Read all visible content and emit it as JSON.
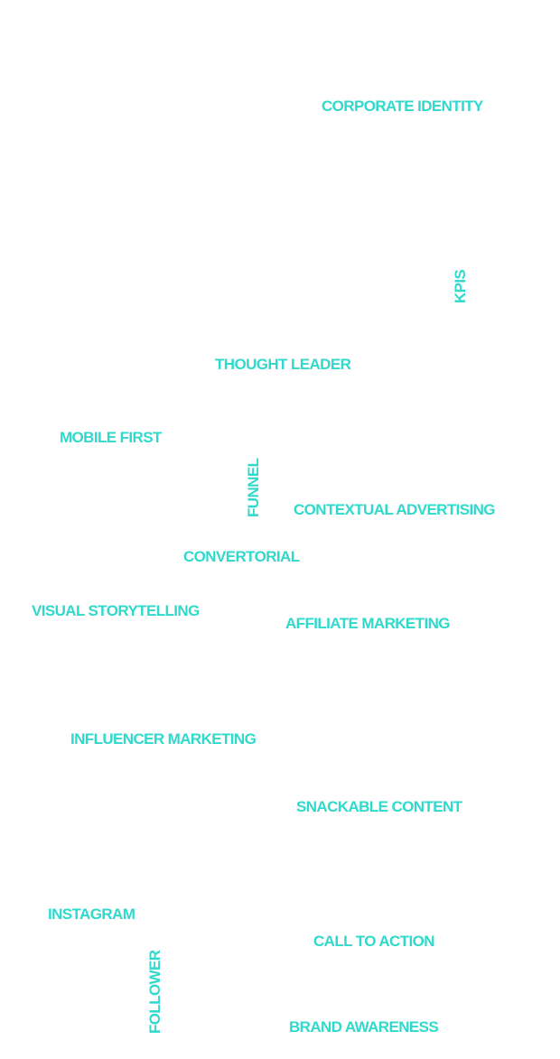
{
  "accent_color": "#2fd9cb",
  "terms": {
    "corporate_identity": "CORPORATE IDENTITY",
    "kpis": "KPIS",
    "thought_leader": "THOUGHT LEADER",
    "mobile_first": "MOBILE FIRST",
    "funnel": "FUNNEL",
    "contextual_advertising": "CONTEXTUAL ADVERTISING",
    "convertorial": "CONVERTORIAL",
    "visual_storytelling": "VISUAL STORYTELLING",
    "affiliate_marketing": "AFFILIATE MARKETING",
    "influencer_marketing": "INFLUENCER MARKETING",
    "snackable_content": "SNACKABLE CONTENT",
    "instagram": "INSTAGRAM",
    "call_to_action": "CALL TO ACTION",
    "follower": "FOLLOWER",
    "brand_awareness": "BRAND AWARENESS"
  }
}
